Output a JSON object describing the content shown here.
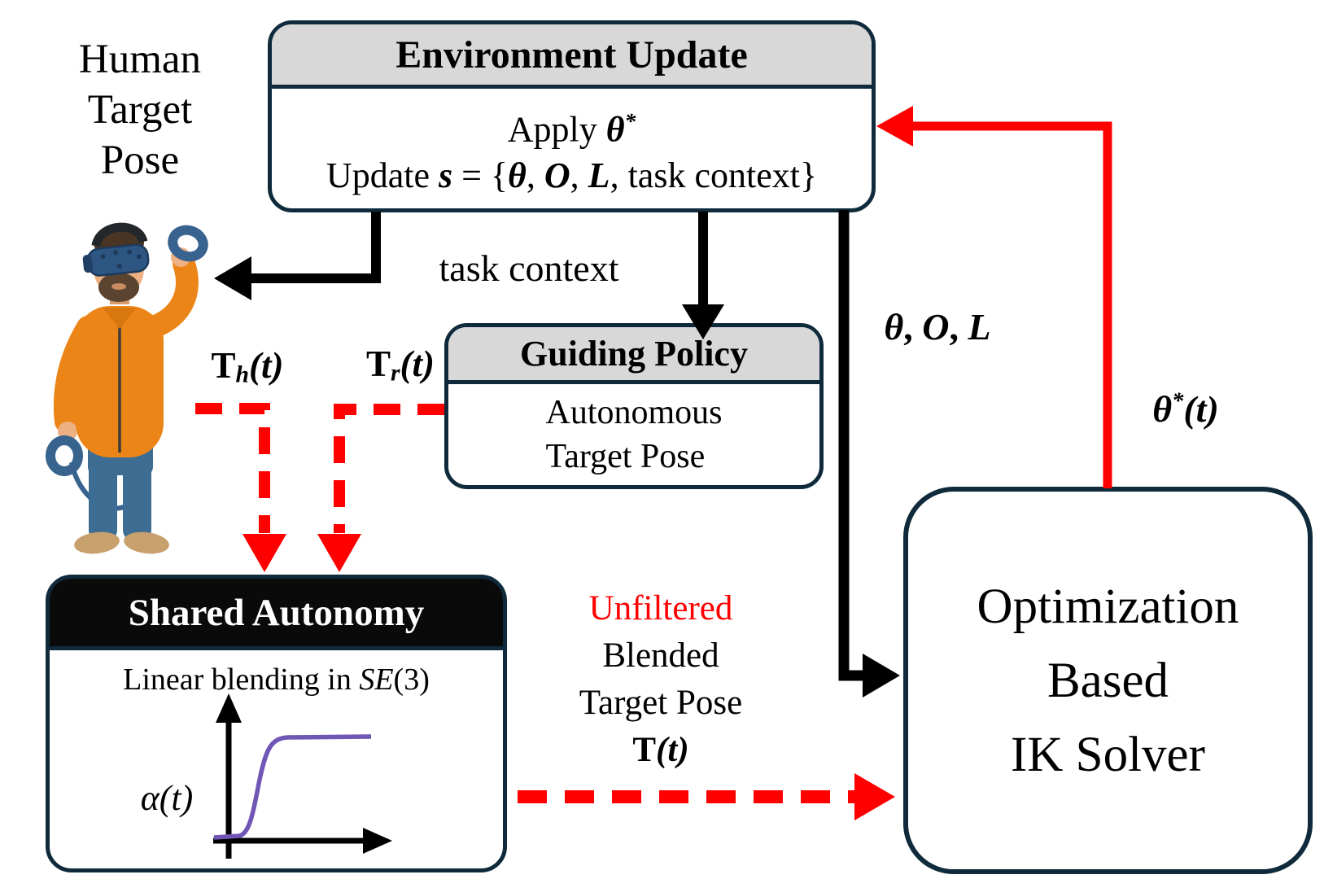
{
  "colors": {
    "box_border": "#0F2B3B",
    "header_gray": "#D8D8D8",
    "header_black": "#0A0A0A",
    "arrow_black": "#000000",
    "arrow_red": "#FE0000",
    "curve_purple": "#7056B5"
  },
  "labels": {
    "human_pose": "Human\nTarget\nPose",
    "task_context": "task context",
    "theta_ol": {
      "theta": "θ",
      "sep1": ", ",
      "o": "O",
      "sep2": ", ",
      "l": "L"
    },
    "theta_star": {
      "base": "θ",
      "sup": "*",
      "rest": "(t)"
    },
    "t_h": {
      "base": "T",
      "sub": "h",
      "rest": "(t)"
    },
    "t_r": {
      "base": "T",
      "sub": "r",
      "rest": "(t)"
    },
    "unfiltered_stack": {
      "line1": "Unfiltered",
      "line2": "Blended",
      "line3": "Target Pose",
      "t": "T",
      "t_rest": "(t)"
    }
  },
  "boxes": {
    "environment_update": {
      "title": "Environment Update",
      "apply_prefix": "Apply ",
      "apply_theta": "θ",
      "apply_sup": "*",
      "update_prefix": "Update ",
      "update_s": "s",
      "update_eq": " = {",
      "update_theta": "θ",
      "update_sep1": ", ",
      "update_o": "O",
      "update_sep2": ", ",
      "update_l": "L",
      "update_rest": ", task context}"
    },
    "guiding_policy": {
      "title": "Guiding Policy",
      "body": "Autonomous\nTarget Pose"
    },
    "shared_autonomy": {
      "title": "Shared Autonomy",
      "subtitle_prefix": "Linear blending in ",
      "subtitle_math": "SE",
      "subtitle_suffix": "(3)",
      "alpha_label": "α(t)"
    },
    "ik_solver": {
      "title": "Optimization\nBased\nIK Solver"
    }
  }
}
